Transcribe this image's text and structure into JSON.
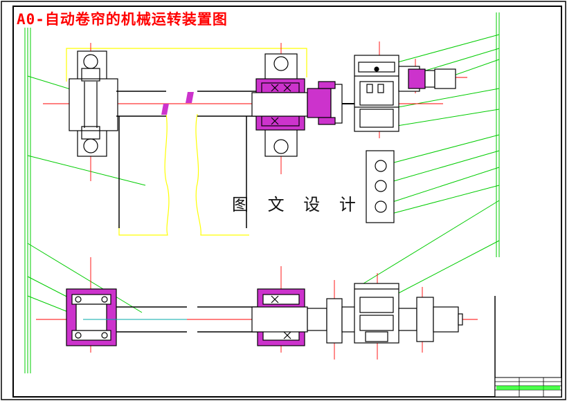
{
  "drawing": {
    "title": "A0-自动卷帘的机械运转装置图",
    "watermark": "图 文 设 计"
  },
  "colors": {
    "background": "#ffffff",
    "frame": "#000000",
    "title": "#ff0000",
    "center_line": "#ff0000",
    "leader_line": "#00cc00",
    "section_fill": "#cc33cc",
    "fabric_outline": "#ffff00",
    "title_block_fill": "#00ff00"
  },
  "icons": [
    "bearing-housing",
    "coupling",
    "gear-reducer",
    "motor",
    "mounting-plate"
  ]
}
